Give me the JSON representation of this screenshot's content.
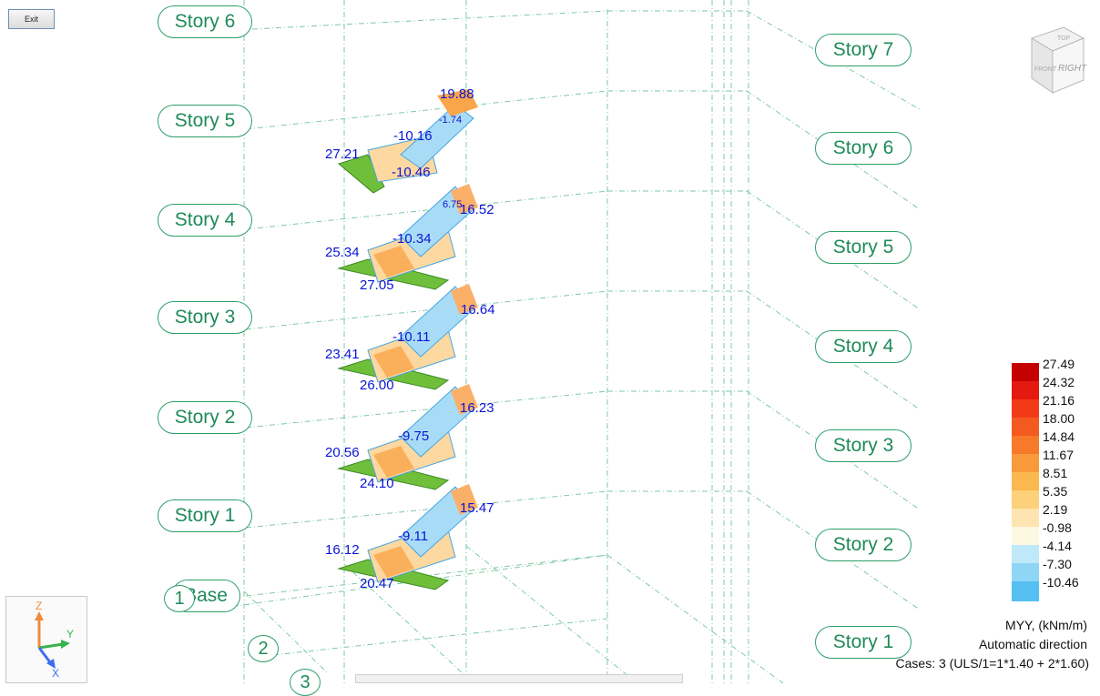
{
  "toolbar": {
    "exit_label": "Exit"
  },
  "stories_left": [
    "Story 6",
    "Story 5",
    "Story 4",
    "Story 3",
    "Story 2",
    "Story 1",
    "Base"
  ],
  "stories_right": [
    "Story 7",
    "Story 6",
    "Story 5",
    "Story 4",
    "Story 3",
    "Story 2",
    "Story 1"
  ],
  "grid_axes": [
    "1",
    "2",
    "3"
  ],
  "values": {
    "f5_top": "19.88",
    "f5_small": "-1.74",
    "f5_mid": "-10.16",
    "f5_left": "27.21",
    "f5_low": "-10.46",
    "f4_small": "6.75",
    "f4_right": "16.52",
    "f4_mid": "-10.34",
    "f4_left": "25.34",
    "f4_low": "27.05",
    "f3_right": "16.64",
    "f3_mid": "-10.11",
    "f3_left": "23.41",
    "f3_low": "26.00",
    "f2_right": "16.23",
    "f2_mid": "-9.75",
    "f2_left": "20.56",
    "f2_low": "24.10",
    "f1_right": "15.47",
    "f1_mid": "-9.11",
    "f1_left": "16.12",
    "f1_low": "20.47"
  },
  "legend": {
    "items": [
      {
        "label": "27.49",
        "color": "#c40000"
      },
      {
        "label": "24.32",
        "color": "#e41a10"
      },
      {
        "label": "21.16",
        "color": "#f23a18"
      },
      {
        "label": "18.00",
        "color": "#f45a20"
      },
      {
        "label": "14.84",
        "color": "#f7792a"
      },
      {
        "label": "11.67",
        "color": "#f99a3a"
      },
      {
        "label": "8.51",
        "color": "#fbb84e"
      },
      {
        "label": "5.35",
        "color": "#fdd07a"
      },
      {
        "label": "2.19",
        "color": "#fee4b0"
      },
      {
        "label": "-0.98",
        "color": "#fdf8e2"
      },
      {
        "label": "-4.14",
        "color": "#bfe8f8"
      },
      {
        "label": "-7.30",
        "color": "#8fd6f6"
      },
      {
        "label": "-10.46",
        "color": "#56bff2"
      }
    ],
    "caption_quantity": "MYY, (kNm/m)",
    "caption_direction": "Automatic direction",
    "caption_cases": "Cases: 3 (ULS/1=1*1.40 + 2*1.60)"
  },
  "nav_cube": {
    "right_label": "RIGHT",
    "front_label": "FRONT",
    "top_label": "TOP"
  },
  "axis_indicator": {
    "z": "Z",
    "y": "Y",
    "x": "X"
  }
}
